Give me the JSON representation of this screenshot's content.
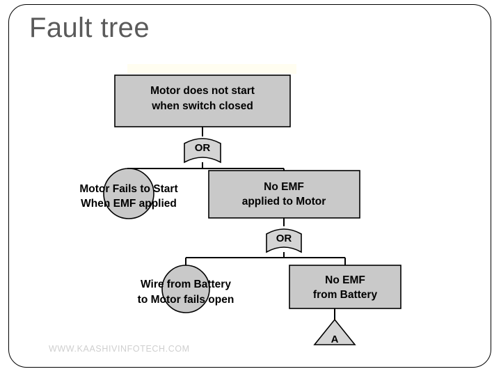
{
  "slide": {
    "title": "Fault tree",
    "watermark": "WWW.KAASHIVINFOTECH.COM",
    "title_color": "#5a5a5a",
    "frame_color": "#000000",
    "background": "#ffffff"
  },
  "diagram": {
    "type": "fault-tree",
    "shape_fill": "#c9c9c9",
    "gate_fill": "#d4d4d4",
    "line_color": "#000000",
    "nodes": [
      {
        "id": "top-event",
        "shape": "rect",
        "line1": "Motor does not start",
        "line2": "when switch closed"
      },
      {
        "id": "gate-or-1",
        "shape": "or-gate",
        "label": "OR"
      },
      {
        "id": "motor-fails-to-start",
        "shape": "circle",
        "line1": "Motor Fails to Start",
        "line2": "When EMF applied"
      },
      {
        "id": "no-emf-to-motor",
        "shape": "rect",
        "line1": "No EMF",
        "line2": "applied to Motor"
      },
      {
        "id": "gate-or-2",
        "shape": "or-gate",
        "label": "OR"
      },
      {
        "id": "wire-fails-open",
        "shape": "circle",
        "line1": "Wire from Battery",
        "line2": "to Motor fails open"
      },
      {
        "id": "no-emf-from-battery",
        "shape": "rect",
        "line1": "No EMF",
        "line2": "from Battery"
      },
      {
        "id": "transfer-a",
        "shape": "triangle",
        "label": "A"
      }
    ]
  }
}
